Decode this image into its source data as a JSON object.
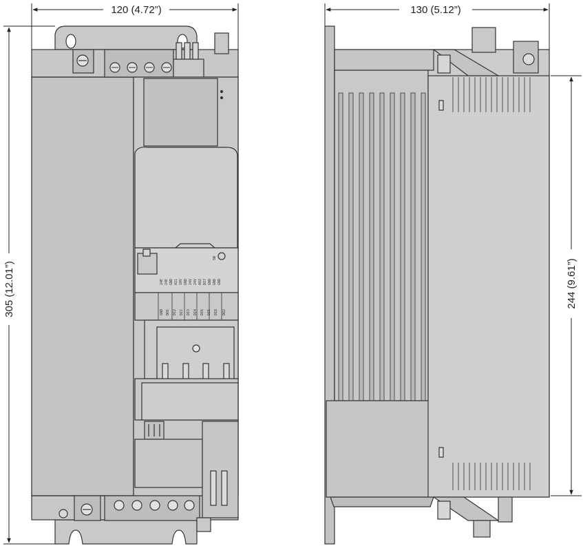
{
  "dimensions": {
    "front_width": "120 (4.72”)",
    "side_depth": "130 (5.12”)",
    "overall_height": "305 (12.01”)",
    "mount_height": "244 (9.61”)"
  },
  "io_labels": {
    "row1": [
      "24E",
      "24E"
    ],
    "row2": [
      "GND",
      "GND",
      "DO1"
    ],
    "row3": [
      "AI1",
      "AI2",
      "DI2",
      "DI1"
    ],
    "row4": [
      "10V",
      "GND",
      "AO1",
      "DI3",
      "DI4"
    ],
    "row5": [
      "24V",
      "24V",
      "DI6",
      "DI5"
    ],
    "row6": [
      "AO2",
      "DI7",
      "DI8"
    ],
    "row7": [
      "GND",
      "GND",
      "GND",
      "DO2"
    ],
    "sw": "SW"
  },
  "colors": {
    "body": "#c7c7c7",
    "body_dark": "#b3b3b3",
    "line": "#333333",
    "module": "#d2d2d2"
  }
}
